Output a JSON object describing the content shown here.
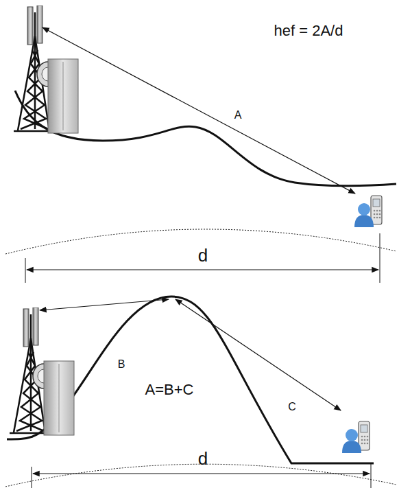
{
  "diagram": {
    "labels": [
      "hef = 2A/d",
      "A",
      "d",
      "B",
      "C",
      "A=B+C",
      "d"
    ]
  }
}
